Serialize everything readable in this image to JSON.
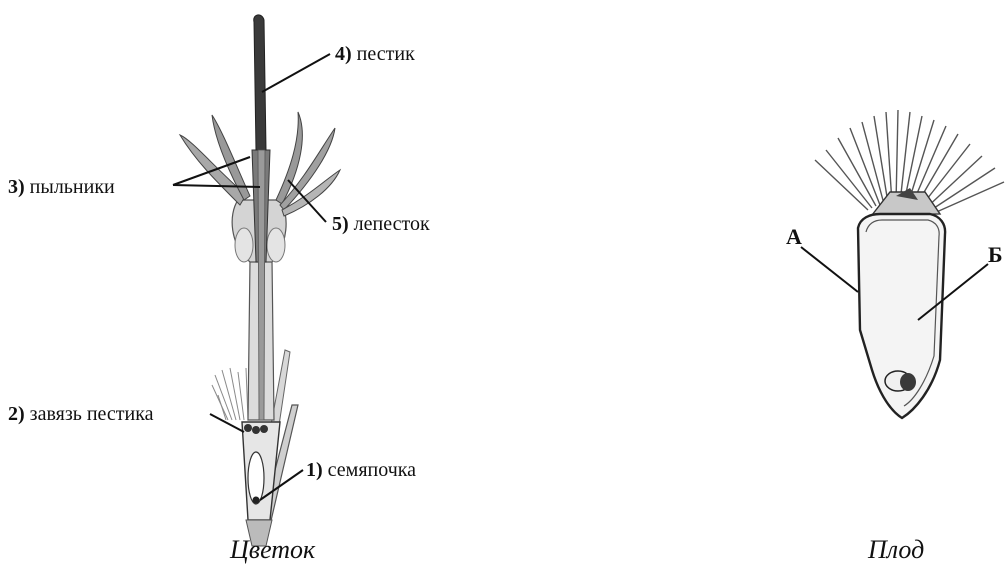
{
  "flower": {
    "caption": "Цветок",
    "labels": [
      {
        "num": "4)",
        "text": "пестик"
      },
      {
        "num": "3)",
        "text": "пыльники"
      },
      {
        "num": "5)",
        "text": "лепесток"
      },
      {
        "num": "2)",
        "text": "завязь пестика"
      },
      {
        "num": "1)",
        "text": "семяпочка"
      }
    ]
  },
  "fruit": {
    "caption": "Плод",
    "labels": [
      {
        "text": "А"
      },
      {
        "text": "Б"
      }
    ]
  }
}
